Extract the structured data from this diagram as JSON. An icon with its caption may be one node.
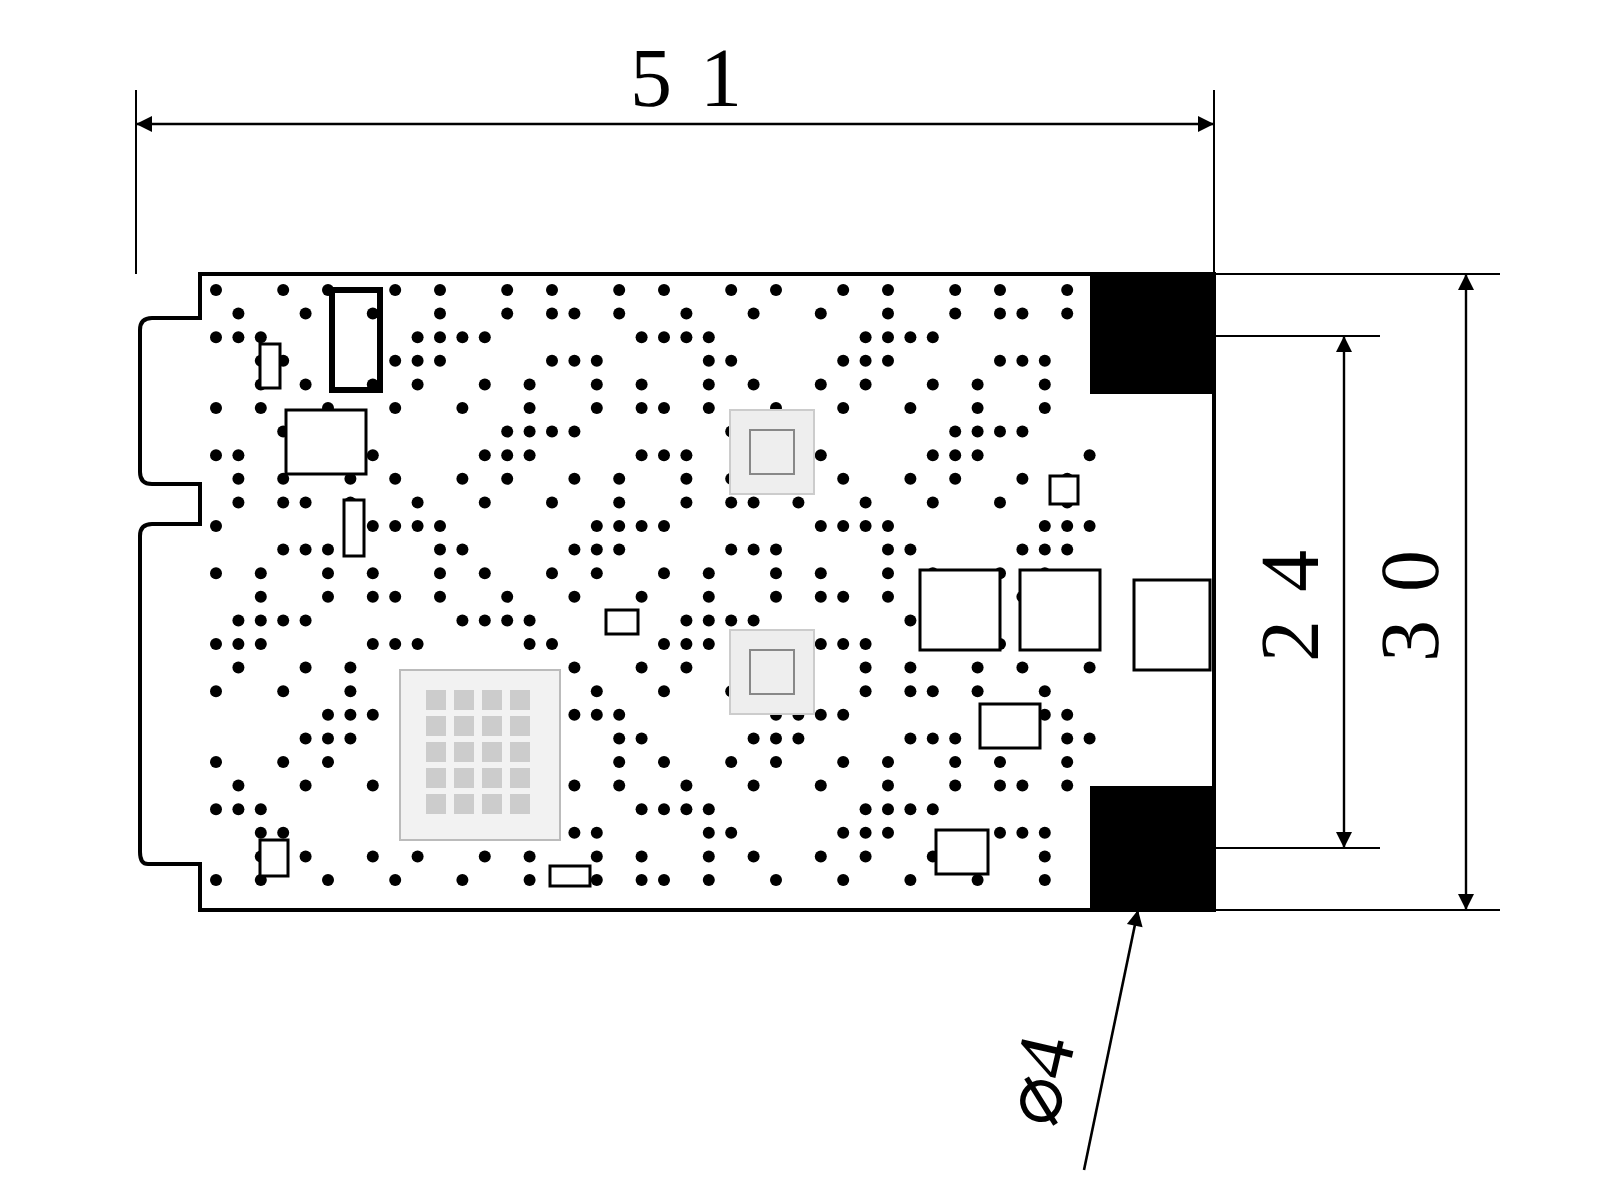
{
  "diagram": {
    "nodes": [
      {
        "text": [
          "⌀4"
        ]
      },
      {
        "text": [],
        "shape": "box"
      }
    ],
    "edges": [
      {
        "from": 0,
        "to": 1,
        "arrow": "to"
      }
    ],
    "labels": [
      "51",
      "24",
      "30"
    ]
  }
}
